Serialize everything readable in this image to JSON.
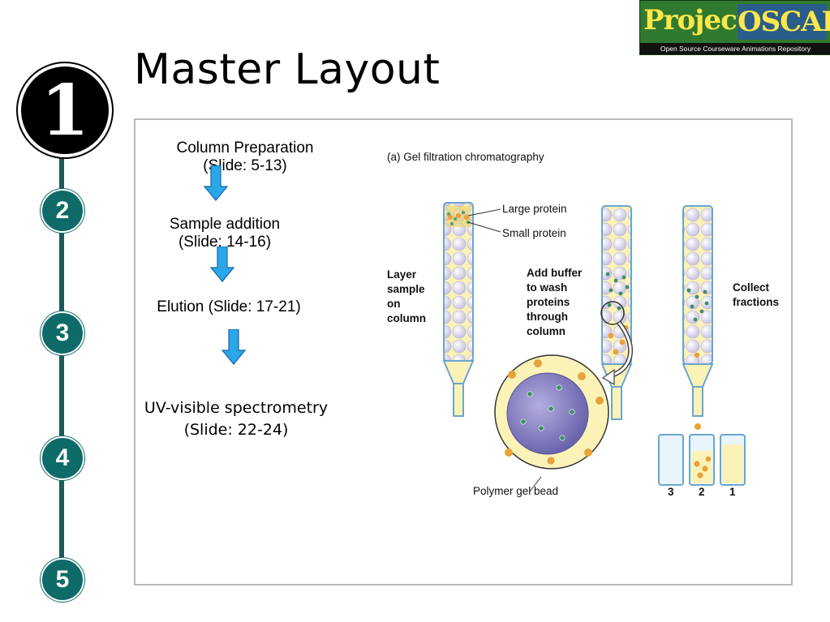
{
  "slide": {
    "title": "Master Layout"
  },
  "logo": {
    "word1": "Project",
    "word2": "OSCAR",
    "tagline": "Open Source Courseware Animations Repository"
  },
  "nav": {
    "steps": [
      "1",
      "2",
      "3",
      "4",
      "5"
    ],
    "active": "1"
  },
  "flow": {
    "step1_line1": "Column Preparation",
    "step1_line2": "(Slide: 5-13)",
    "step2_line1": "Sample addition",
    "step2_line2": "(Slide: 14-16)",
    "step3": "Elution (Slide: 17-21)",
    "step4_line1": "UV-visible spectrometry",
    "step4_line2": "(Slide: 22-24)"
  },
  "figure": {
    "caption": "(a) Gel filtration chromatography",
    "large_protein": "Large protein",
    "small_protein": "Small protein",
    "layer_sample": [
      "Layer",
      "sample",
      "on",
      "column"
    ],
    "add_buffer": [
      "Add buffer",
      "to wash",
      "proteins",
      "through",
      "column"
    ],
    "collect": [
      "Collect",
      "fractions"
    ],
    "bead_label": "Polymer gel bead",
    "fractions": [
      "3",
      "2",
      "1"
    ]
  },
  "colors": {
    "nav_teal": "#0f6b67",
    "arrow_blue": "#2aa7e8",
    "bead_purple": "#8a86c4",
    "column_fill": "#fbf2b8"
  }
}
